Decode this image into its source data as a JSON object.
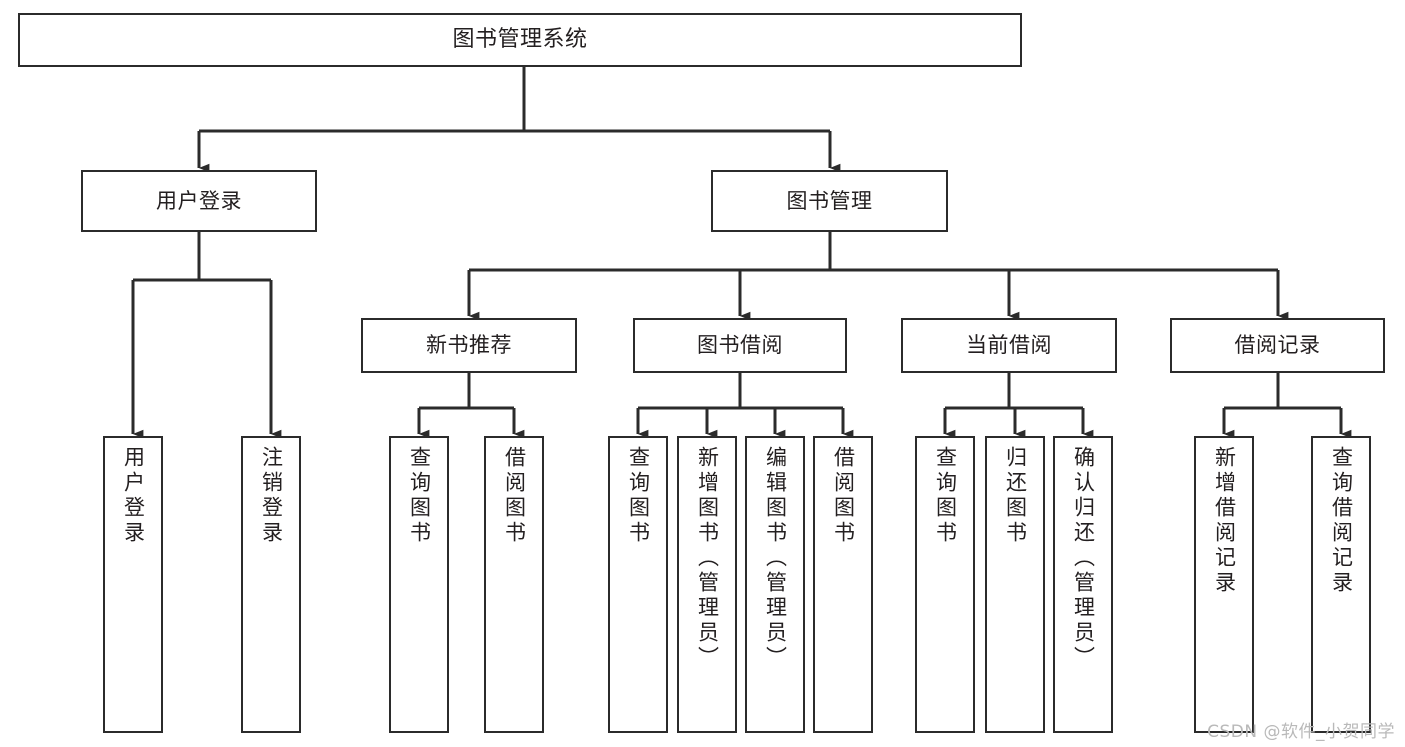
{
  "diagram": {
    "title": "图书管理系统",
    "type": "tree",
    "colors": {
      "box_border": "#2b2b2b",
      "box_fill": "#ffffff",
      "connector": "#2b2b2b",
      "text": "#231f20",
      "watermark": "#b9b9b9",
      "background": "#ffffff"
    },
    "root": {
      "label": "图书管理系统"
    },
    "level2": [
      {
        "label": "用户登录"
      },
      {
        "label": "图书管理"
      }
    ],
    "level3": [
      {
        "label": "新书推荐"
      },
      {
        "label": "图书借阅"
      },
      {
        "label": "当前借阅"
      },
      {
        "label": "借阅记录"
      }
    ],
    "leaves": {
      "user_login": [
        {
          "label": "用户登录"
        },
        {
          "label": "注销登录"
        }
      ],
      "new_book": [
        {
          "label": "查询图书"
        },
        {
          "label": "借阅图书"
        }
      ],
      "book_borrow": [
        {
          "label": "查询图书"
        },
        {
          "label": "新增图书（管理员）"
        },
        {
          "label": "编辑图书（管理员）"
        },
        {
          "label": "借阅图书"
        }
      ],
      "current_borrow": [
        {
          "label": "查询图书"
        },
        {
          "label": "归还图书"
        },
        {
          "label": "确认归还（管理员）"
        }
      ],
      "borrow_record": [
        {
          "label": "新增借阅记录"
        },
        {
          "label": "查询借阅记录"
        }
      ]
    }
  },
  "watermark": {
    "text": "CSDN @软件_小贺同学"
  }
}
